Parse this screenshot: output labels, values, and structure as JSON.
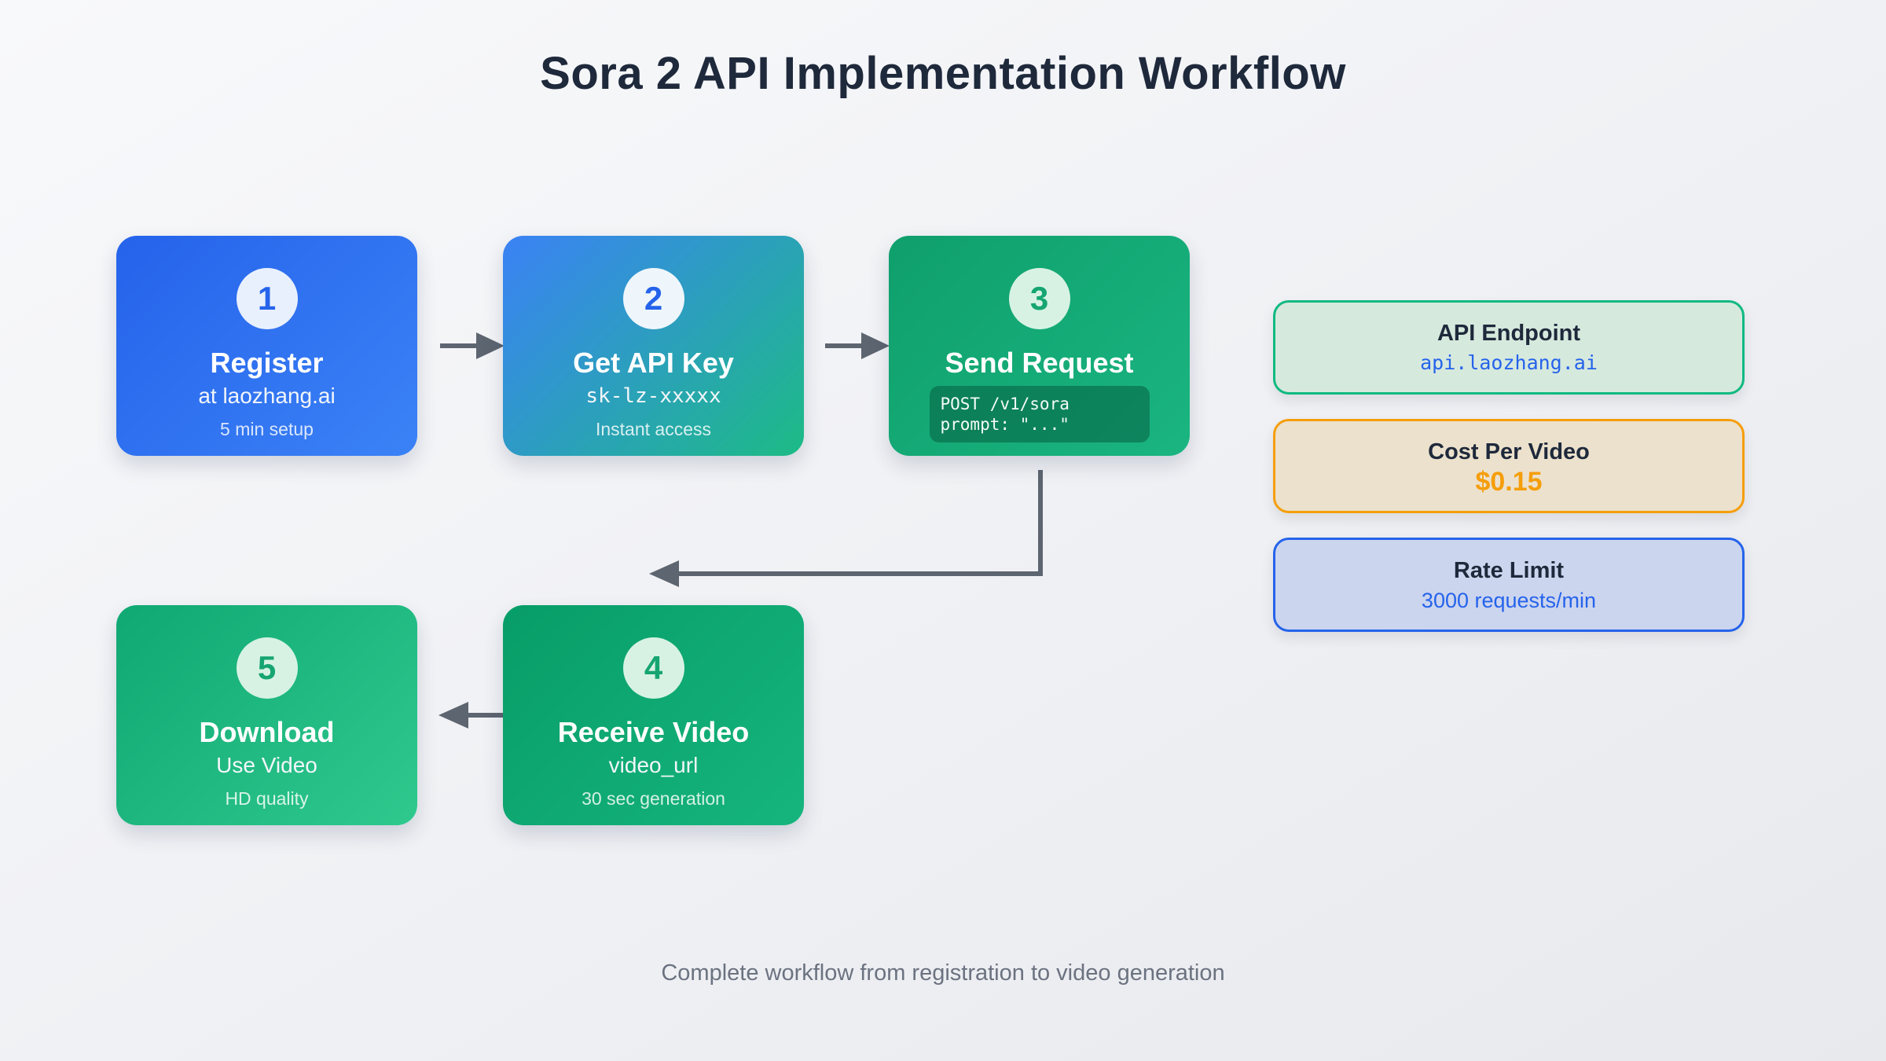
{
  "title": "Sora 2 API Implementation Workflow",
  "footer": "Complete workflow from registration to video generation",
  "steps": [
    {
      "number": "1",
      "title": "Register",
      "subtitle": "at laozhang.ai",
      "note": "5 min setup",
      "gradient": [
        "#2563eb",
        "#3b82f6"
      ],
      "badge_bg": "#e9f0fd",
      "number_color": "#2563eb"
    },
    {
      "number": "2",
      "title": "Get API Key",
      "subtitle": "sk-lz-xxxxx",
      "note": "Instant access",
      "gradient": [
        "#3b82f6",
        "#1dbb85"
      ],
      "badge_bg": "#eef6fb",
      "number_color": "#2563eb"
    },
    {
      "number": "3",
      "title": "Send Request",
      "code_lines": [
        "POST /v1/sora",
        "prompt: \"...\""
      ],
      "gradient": [
        "#0f9f6c",
        "#1ab581"
      ],
      "badge_bg": "#d7f2e3",
      "number_color": "#16a572"
    },
    {
      "number": "4",
      "title": "Receive Video",
      "subtitle": "video_url",
      "note": "30 sec generation",
      "gradient": [
        "#089d68",
        "#16b57e"
      ],
      "badge_bg": "#d7f2e3",
      "number_color": "#16a572"
    },
    {
      "number": "5",
      "title": "Download",
      "subtitle": "Use Video",
      "note": "HD quality",
      "gradient": [
        "#10a873",
        "#2fc98e"
      ],
      "badge_bg": "#d7f2e3",
      "number_color": "#16a572"
    }
  ],
  "info_boxes": [
    {
      "title": "API Endpoint",
      "value": "api.laozhang.ai",
      "border_color": "#10b981",
      "fill": "#d6e9dd",
      "value_color": "#2563eb"
    },
    {
      "title": "Cost Per Video",
      "value": "$0.15",
      "border_color": "#f59e0b",
      "fill": "#ece1cc",
      "value_color": "#f59e0b"
    },
    {
      "title": "Rate Limit",
      "value": "3000 requests/min",
      "border_color": "#2563eb",
      "fill": "#ccd5ee",
      "value_color": "#2563eb"
    }
  ],
  "colors": {
    "title_text": "#1e293b",
    "footer_text": "#6b7280",
    "arrow": "#5d6570",
    "background_top": "#f8f9fb",
    "background_bottom": "#e7e9ed"
  }
}
